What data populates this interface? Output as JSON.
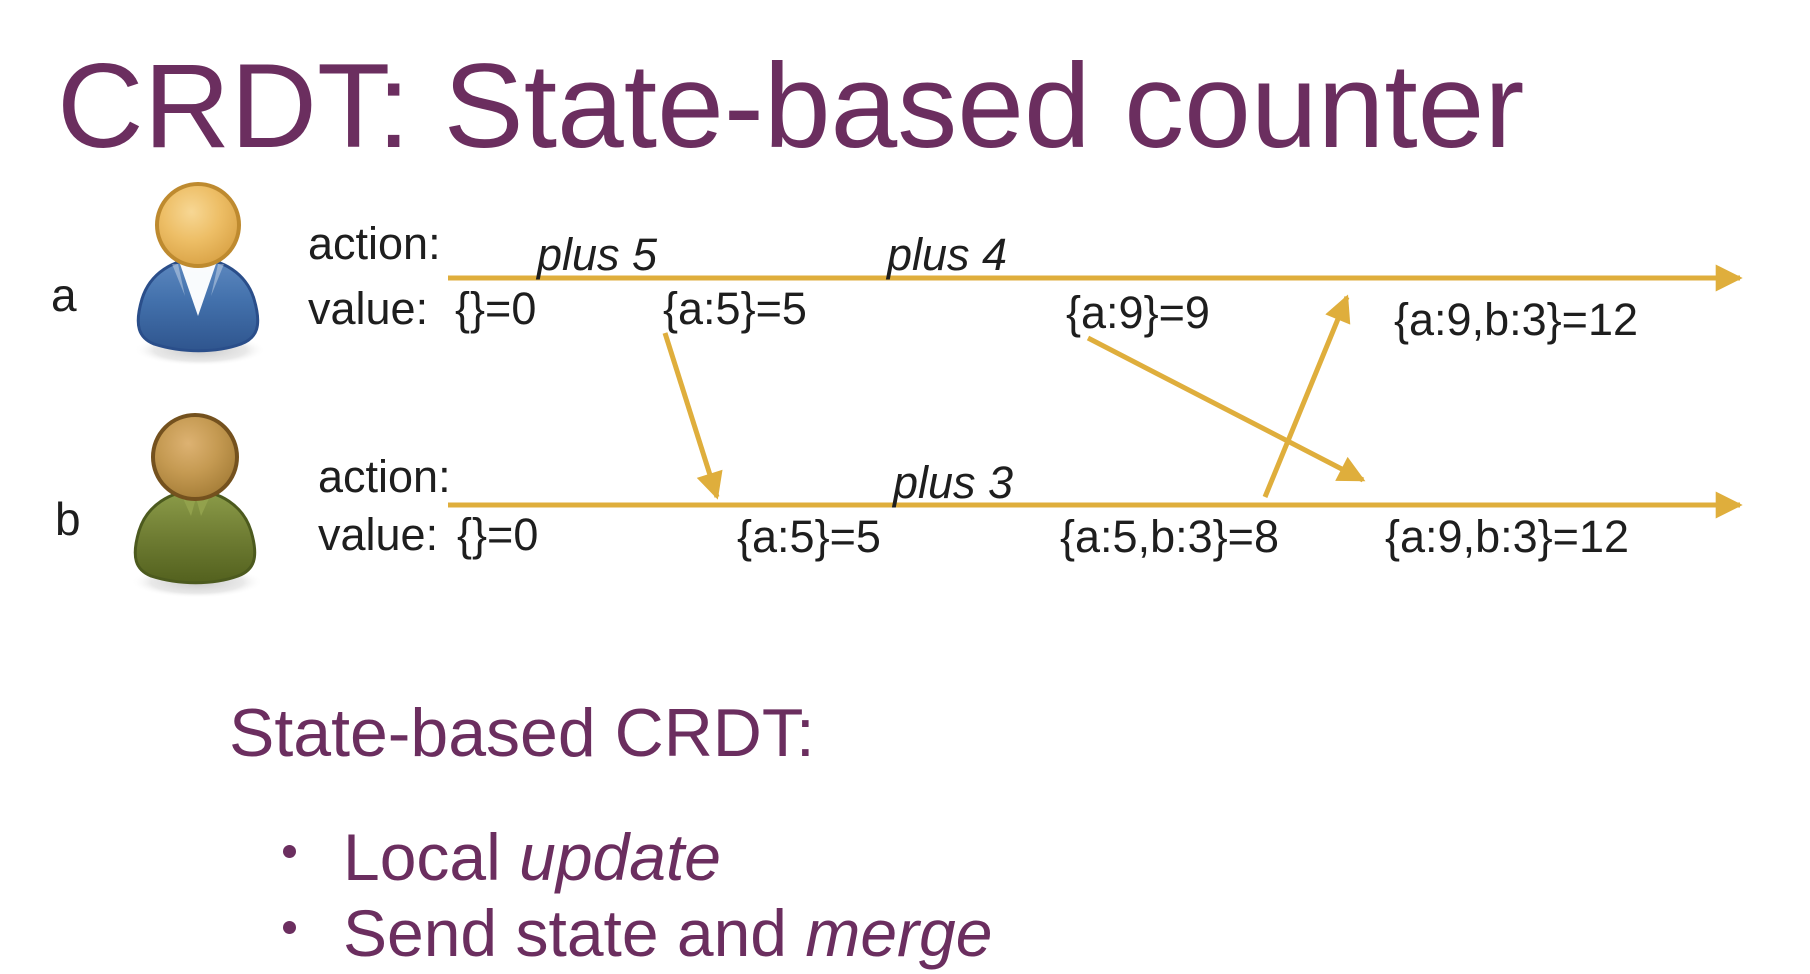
{
  "title": "CRDT: State-based counter",
  "colors": {
    "heading_purple": "#6B2E5F",
    "timeline_gold": "#DFAE3C",
    "text_ink": "#1E1E1E",
    "replica_a_body": "#4371AC",
    "replica_b_body": "#6F7D33"
  },
  "icons": {
    "replica_a": "person-icon",
    "replica_b": "person-icon"
  },
  "replicas": {
    "a": {
      "label": "a",
      "action_label": "action:",
      "value_label": "value:",
      "actions": [
        {
          "label": "plus 5"
        },
        {
          "label": "plus 4"
        }
      ],
      "values": [
        {
          "label": "{}=0"
        },
        {
          "label": "{a:5}=5"
        },
        {
          "label": "{a:9}=9"
        },
        {
          "label": "{a:9,b:3}=12"
        }
      ]
    },
    "b": {
      "label": "b",
      "action_label": "action:",
      "value_label": "value:",
      "actions": [
        {
          "label": "plus 3"
        }
      ],
      "values": [
        {
          "label": "{}=0"
        },
        {
          "label": "{a:5}=5"
        },
        {
          "label": "{a:5,b:3}=8"
        },
        {
          "label": "{a:9,b:3}=12"
        }
      ]
    }
  },
  "footer": {
    "heading": "State-based CRDT:",
    "bullets": [
      {
        "text": "Local ",
        "emphasis": "update"
      },
      {
        "text": "Send state and ",
        "emphasis": "merge"
      }
    ]
  }
}
